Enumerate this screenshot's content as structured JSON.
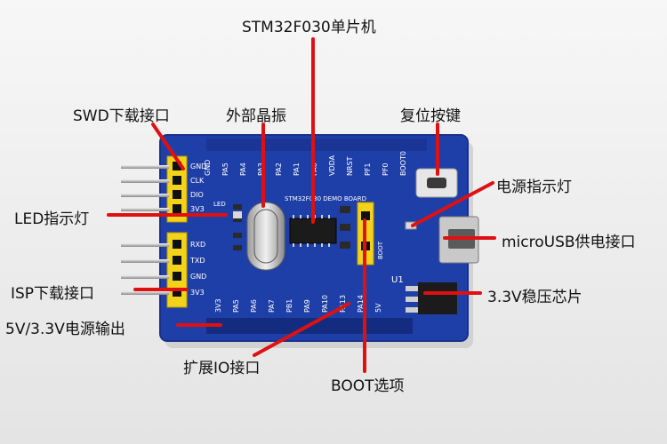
{
  "labels": {
    "mcu": "STM32F030单片机",
    "swd": "SWD下载接口",
    "crystal": "外部晶振",
    "reset": "复位按键",
    "led": "LED指示灯",
    "power_led": "电源指示灯",
    "usb": "microUSB供电接口",
    "isp": "ISP下载接口",
    "regulator": "3.3V稳压芯片",
    "power_out": "5V/3.3V电源输出",
    "io": "扩展IO接口",
    "boot": "BOOT选项"
  },
  "board": {
    "top_pins": [
      "GND",
      "PA5",
      "PA4",
      "PA3",
      "PA2",
      "PA1",
      "PA0",
      "VDDA",
      "NRST",
      "PF1",
      "PF0",
      "BOOT0"
    ],
    "bottom_pins": [
      "3V3",
      "PA5",
      "PA6",
      "PA7",
      "PB1",
      "PA9",
      "PA10",
      "PA13",
      "PA14",
      "5V"
    ],
    "swd_pins": [
      "GND",
      "CLK",
      "DIO",
      "3V3"
    ],
    "isp_pins": [
      "RXD",
      "TXD",
      "GND",
      "3V3"
    ],
    "board_text": "STM32F030 DEMO BOARD",
    "u1_label": "U1",
    "led_label": "LED",
    "boot_label": "BOOT"
  },
  "colors": {
    "pcb": "#1f3fa8",
    "pcb_edge": "#17318a",
    "pointer": "#e01010",
    "header_yellow": "#f2d21b",
    "chip": "#1b1b1b"
  }
}
